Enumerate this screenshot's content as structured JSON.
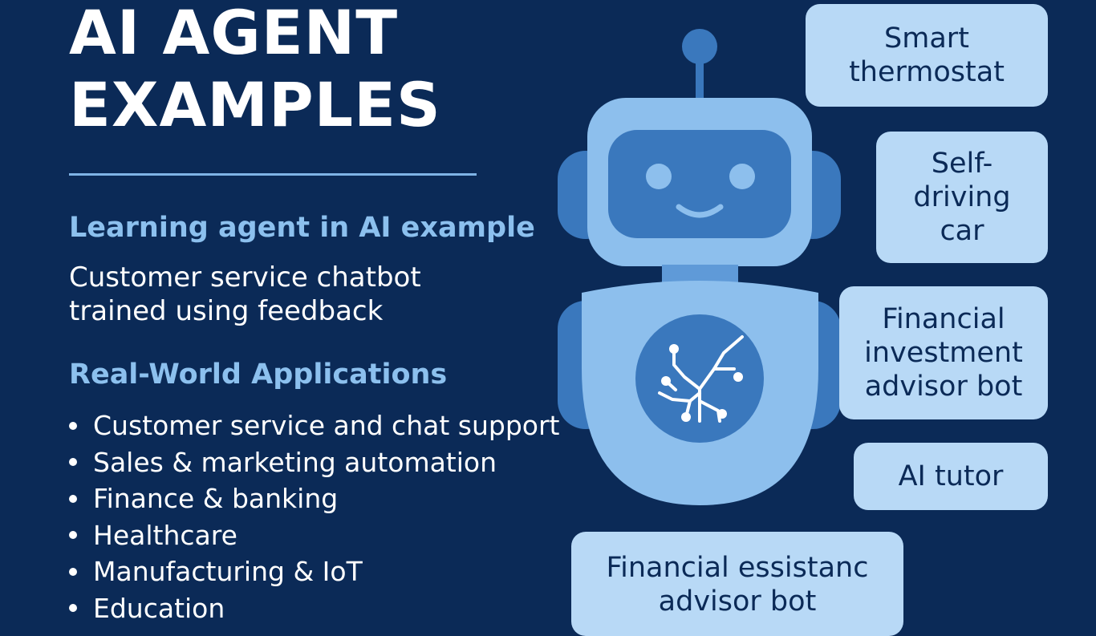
{
  "title": {
    "line1": "AI AGENT",
    "line2": "EXAMPLES"
  },
  "learning": {
    "heading": "Learning agent in AI example",
    "line1": "Customer service chatbot",
    "line2": "trained using feedback"
  },
  "applications": {
    "heading": "Real-World Applications",
    "items": [
      "Customer service and chat support",
      "Sales & marketing automation",
      "Finance & banking",
      "Healthcare",
      "Manufacturing & IoT",
      "Education"
    ]
  },
  "examples": [
    {
      "lines": [
        "Smart",
        "thermostat"
      ]
    },
    {
      "lines": [
        "Self-",
        "driving",
        "car"
      ]
    },
    {
      "lines": [
        "Financial",
        "investment",
        "advisor bot"
      ]
    },
    {
      "lines": [
        "AI tutor"
      ]
    },
    {
      "lines": [
        "Financial essistanc",
        "advisor bot"
      ]
    }
  ],
  "colors": {
    "background": "#0b2a57",
    "accent": "#8cc0ee",
    "card": "#b8d9f6",
    "robot_light": "#8dbfed",
    "robot_mid": "#5f9ad8",
    "robot_dark": "#3a78bd"
  },
  "icons": {
    "robot": "robot-mascot-icon",
    "chest": "circuit-icon"
  }
}
